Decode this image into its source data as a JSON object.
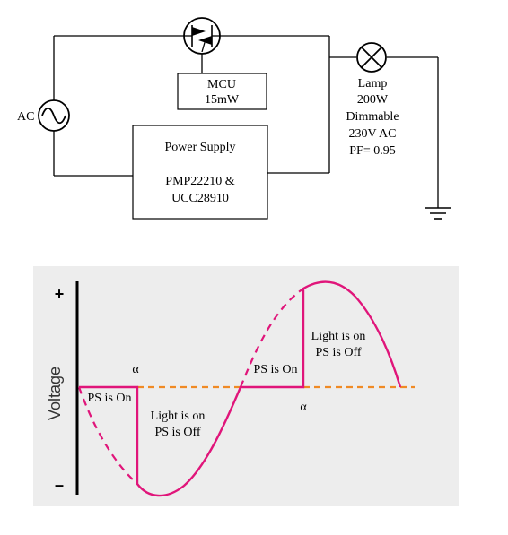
{
  "circuit": {
    "ac_label": "AC",
    "mcu": {
      "line1": "MCU",
      "line2": "15mW"
    },
    "power_supply": {
      "line1": "Power Supply",
      "line2": "PMP22210 &",
      "line3": "UCC28910"
    },
    "lamp": {
      "line1": "Lamp",
      "line2": "200W",
      "line3": "Dimmable",
      "line4": "230V AC",
      "line5": "PF= 0.95"
    }
  },
  "waveform": {
    "axis_label": "Voltage",
    "plus_label": "+",
    "minus_label": "–",
    "alpha_left": "α",
    "alpha_right": "α",
    "ps_on_left": "PS is On",
    "ps_on_right": "PS is On",
    "light_on_left": {
      "line1": "Light is on",
      "line2": "PS is Off"
    },
    "light_on_right": {
      "line1": "Light is on",
      "line2": "PS is Off"
    },
    "colors": {
      "wave": "#e0157a",
      "baseline": "#f08a24",
      "panel": "#ededed"
    }
  }
}
